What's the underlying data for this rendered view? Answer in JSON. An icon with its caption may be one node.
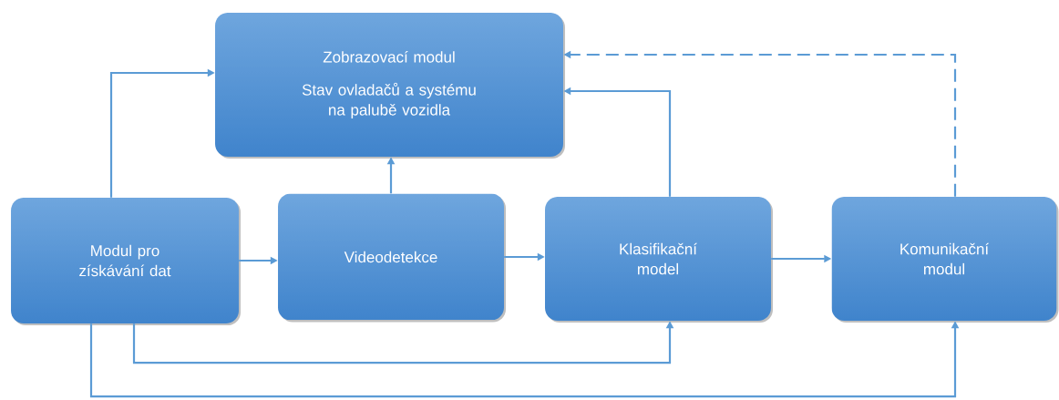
{
  "diagram": {
    "nodes": [
      {
        "text": [
          "Zobrazovací modul",
          "Stav ovladačů a systému na palubě vozidla"
        ]
      },
      {
        "text": [
          "Modul pro získávání dat"
        ]
      },
      {
        "text": [
          "Videodetekce"
        ]
      },
      {
        "text": [
          "Klasifikační model"
        ]
      },
      {
        "text": [
          "Komunikační modul"
        ]
      }
    ],
    "edges": [
      {
        "from": 1,
        "to": 0,
        "arrow": "to"
      },
      {
        "from": 2,
        "to": 0,
        "arrow": "to"
      },
      {
        "from": 3,
        "to": 0,
        "arrow": "to"
      },
      {
        "from": 4,
        "to": 0,
        "arrow": "to",
        "style": "dashed"
      },
      {
        "from": 1,
        "to": 2,
        "arrow": "to"
      },
      {
        "from": 2,
        "to": 3,
        "arrow": "to"
      },
      {
        "from": 3,
        "to": 4,
        "arrow": "to"
      },
      {
        "from": 1,
        "to": 3,
        "arrow": "to"
      },
      {
        "from": 1,
        "to": 4,
        "arrow": "to"
      }
    ]
  }
}
